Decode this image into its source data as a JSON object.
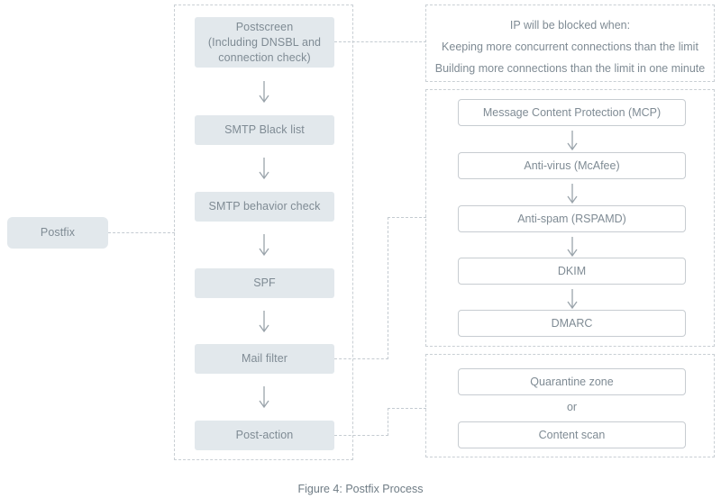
{
  "figure": {
    "caption": "Figure 4: Postfix Process"
  },
  "entry": {
    "postfix_label": "Postfix"
  },
  "pipeline": {
    "steps": [
      {
        "label": "Postscreen\n(Including DNSBL and\nconnection check)"
      },
      {
        "label": "SMTP Black list"
      },
      {
        "label": "SMTP behavior check"
      },
      {
        "label": "SPF"
      },
      {
        "label": "Mail filter"
      },
      {
        "label": "Post-action"
      }
    ],
    "arrow_glyph": "down-arrow"
  },
  "blocking_note": {
    "line1": "IP will be blocked when:",
    "line2": "Keeping more concurrent connections than the limit",
    "line3": "Building more connections than the limit in one minute"
  },
  "filter_chain": {
    "steps": [
      {
        "label": "Message Content Protection (MCP)"
      },
      {
        "label": "Anti-virus (McAfee)"
      },
      {
        "label": "Anti-spam (RSPAMD)"
      },
      {
        "label": "DKIM"
      },
      {
        "label": "DMARC"
      }
    ]
  },
  "post_action_group": {
    "option_a": "Quarantine zone",
    "separator": "or",
    "option_b": "Content scan"
  },
  "colors": {
    "box_fill": "#e2e8ec",
    "box_text": "#7f8b94",
    "outline_border": "#c7ccd1",
    "dashed_border": "#c9cfd4",
    "connector": "#c4cbd1",
    "background": "#ffffff"
  }
}
